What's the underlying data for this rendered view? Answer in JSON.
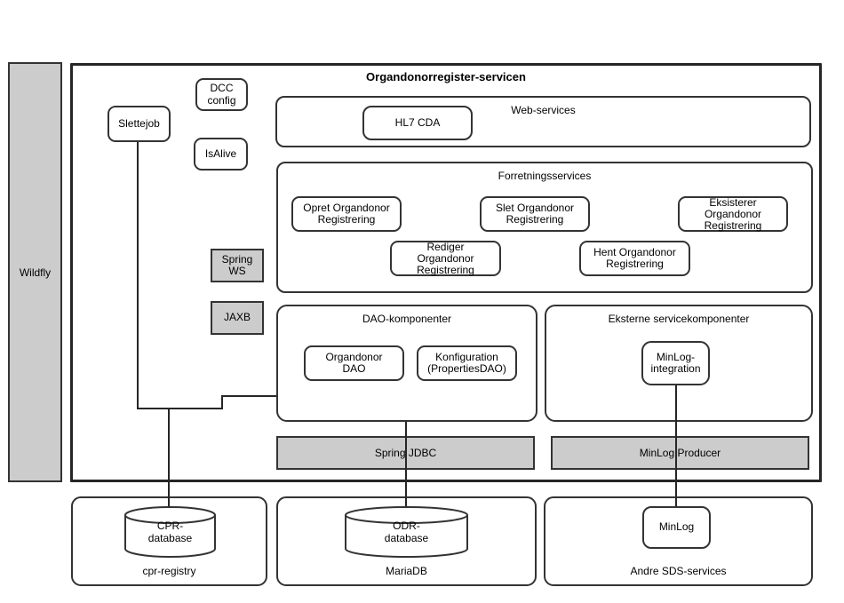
{
  "colors": {
    "node_fill": "#ffffff",
    "gray_fill": "#cccccc",
    "border": "#333333",
    "main_border": "#262626",
    "connector": "#262626",
    "text": "#000000"
  },
  "wildfly_label": "Wildfly",
  "main": {
    "title": "Organdonorregister-servicen",
    "nodes": {
      "dcc_config": "DCC\nconfig",
      "slettejob": "Slettejob",
      "isalive": "IsAlive",
      "spring_ws": "Spring\nWS",
      "jaxb": "JAXB"
    },
    "web_services": {
      "label": "Web-services",
      "hl7_cda": "HL7 CDA"
    },
    "forretningsservices": {
      "label": "Forretningsservices",
      "opret": "Opret Organdonor\nRegistrering",
      "slet": "Slet Organdonor\nRegistrering",
      "eksisterer": "Eksisterer\nOrgandonor\nRegistrering",
      "rediger": "Rediger\nOrgandonor\nRegistrering",
      "hent": "Hent Organdonor\nRegistrering"
    },
    "dao": {
      "label": "DAO-komponenter",
      "organdonor_dao": "Organdonor\nDAO",
      "konfiguration": "Konfiguration\n(PropertiesDAO)"
    },
    "eksterne": {
      "label": "Eksterne servicekomponenter",
      "minlog_integration": "MinLog-\nintegration"
    },
    "bars": {
      "spring_jdbc": "Spring JDBC",
      "minlog_producer": "MinLog Producer"
    }
  },
  "external": {
    "cpr": {
      "label": "cpr-registry",
      "db": "CPR-\ndatabase"
    },
    "mariadb": {
      "label": "MariaDB",
      "db": "ODR-\ndatabase"
    },
    "sds": {
      "label": "Andre SDS-services",
      "service": "MinLog"
    }
  }
}
